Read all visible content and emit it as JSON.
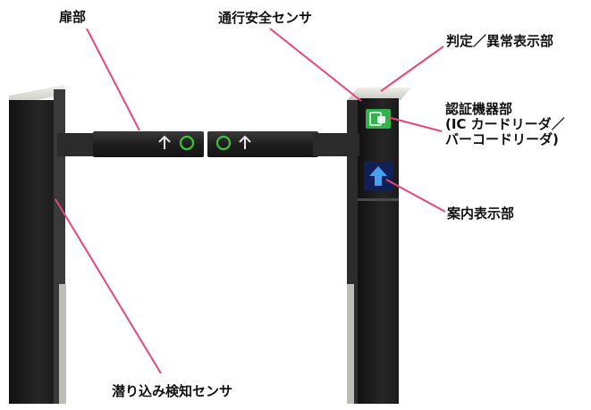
{
  "labels": {
    "door": "扉部",
    "passage_sensor": "通行安全センサ",
    "judgment_display": "判定／異常表示部",
    "auth_device_line1": "認証機器部",
    "auth_device_line2": "(IC カードリーダ／",
    "auth_device_line3": "バーコードリーダ)",
    "guide_display": "案内表示部",
    "crawl_sensor": "潜り込み検知センサ"
  },
  "colors": {
    "leader_line": "#e8457a",
    "pillar": "#1c1c1c",
    "pillar_side": "#2a2a2a",
    "pillar_top": "#d9d9d6",
    "flap": "#242424",
    "flap_symbols": "#3cc43c",
    "reader": "#2fb34a",
    "guide_panel": "#0f1f57",
    "guide_arrow": "#3a8ee8"
  },
  "icons": {
    "flap_left": [
      "up-arrow-icon",
      "circle-ok-icon"
    ],
    "flap_right": [
      "circle-ok-icon",
      "up-arrow-icon"
    ],
    "reader": "ic-card-reader-icon",
    "guide": "guide-up-arrow-icon"
  }
}
